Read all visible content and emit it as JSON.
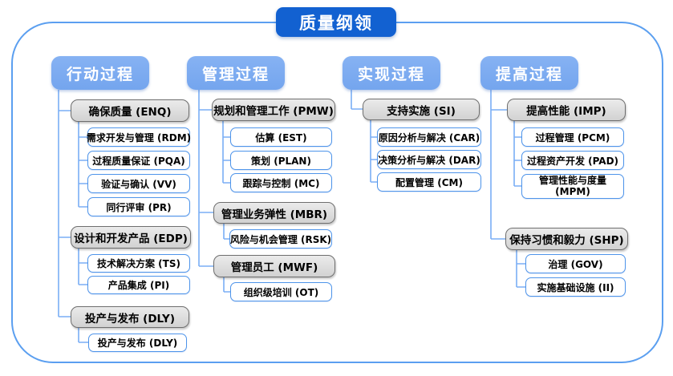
{
  "title": "质量纲领",
  "colors": {
    "title_bg": "#1261d1",
    "header_bg": "#7dabf0",
    "connector": "#7aaef5",
    "node_border": "#4e94ea",
    "group_bg": "#d9d9d9",
    "group_border": "#6e6e6e",
    "frame_border": "#5b9ff0"
  },
  "columns": [
    {
      "header": "行动过程",
      "groups": [
        {
          "label": "确保质量 (ENQ)",
          "children": [
            "需求开发与管理 (RDM)",
            "过程质量保证 (PQA)",
            "验证与确认 (VV)",
            "同行评审 (PR)"
          ]
        },
        {
          "label": "设计和开发产品 (EDP)",
          "children": [
            "技术解决方案 (TS)",
            "产品集成 (PI)"
          ]
        },
        {
          "label": "投产与发布 (DLY)",
          "children": [
            "投产与发布 (DLY)"
          ]
        }
      ]
    },
    {
      "header": "管理过程",
      "groups": [
        {
          "label": "规划和管理工作 (PMW)",
          "children": [
            "估算 (EST)",
            "策划 (PLAN)",
            "跟踪与控制 (MC)"
          ]
        },
        {
          "label": "管理业务弹性 (MBR)",
          "children": [
            "风险与机会管理 (RSK)"
          ]
        },
        {
          "label": "管理员工 (MWF)",
          "children": [
            "组织级培训 (OT)"
          ]
        }
      ]
    },
    {
      "header": "实现过程",
      "groups": [
        {
          "label": "支持实施 (SI)",
          "children": [
            "原因分析与解决 (CAR)",
            "决策分析与解决 (DAR)",
            "配置管理 (CM)"
          ]
        }
      ]
    },
    {
      "header": "提高过程",
      "groups": [
        {
          "label": "提高性能 (IMP)",
          "children": [
            "过程管理 (PCM)",
            "过程资产开发 (PAD)",
            "管理性能与度量 (MPM)"
          ]
        },
        {
          "label": "保持习惯和毅力 (SHP)",
          "children": [
            "治理 (GOV)",
            "实施基础设施 (II)"
          ]
        }
      ]
    }
  ]
}
